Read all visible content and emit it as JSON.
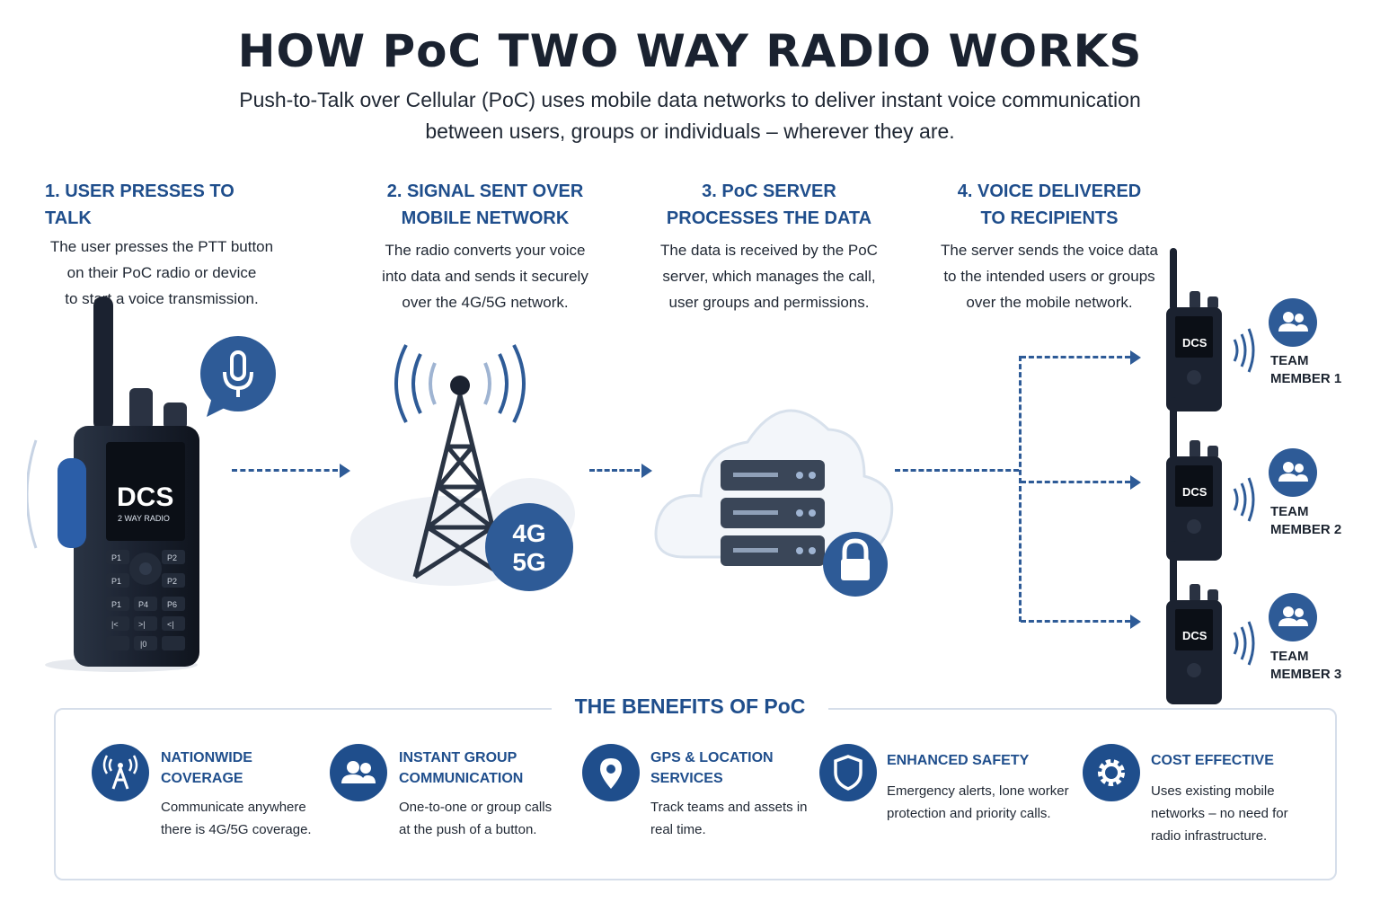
{
  "header": {
    "title": "HOW PoC TWO WAY RADIO WORKS",
    "subtitle_line1": "Push-to-Talk over Cellular (PoC) uses mobile data networks to deliver instant voice communication",
    "subtitle_line2": "between users, groups or individuals – wherever they are."
  },
  "steps": [
    {
      "title_line1": "1. USER PRESSES TO TALK",
      "title_line2": "",
      "desc": [
        "The user presses the PTT button",
        "on their PoC radio or device",
        "to start a voice transmission."
      ]
    },
    {
      "title_line1": "2. SIGNAL SENT OVER",
      "title_line2": "MOBILE NETWORK",
      "desc": [
        "The radio converts your voice",
        "into data and sends it securely",
        "over the 4G/5G network."
      ]
    },
    {
      "title_line1": "3. PoC SERVER",
      "title_line2": "PROCESSES THE DATA",
      "desc": [
        "The data is received by the PoC",
        "server, which manages the call,",
        "user groups and permissions."
      ]
    },
    {
      "title_line1": "4. VOICE DELIVERED",
      "title_line2": "TO RECIPIENTS",
      "desc": [
        "The server sends the voice data",
        "to the intended users or groups",
        "over the mobile network."
      ]
    }
  ],
  "radio": {
    "brand": "DCS",
    "model": "2 WAY RADIO",
    "keys": [
      "P1",
      "P2",
      "P1",
      "P2",
      "P1",
      "P4",
      "P6",
      "|<",
      ">|",
      "<|",
      "",
      "|0",
      ""
    ]
  },
  "network_badge": {
    "line1": "4G",
    "line2": "5G"
  },
  "members": [
    {
      "line1": "TEAM",
      "line2": "MEMBER 1"
    },
    {
      "line1": "TEAM",
      "line2": "MEMBER 2"
    },
    {
      "line1": "TEAM",
      "line2": "MEMBER 3"
    }
  ],
  "benefits_title": "THE BENEFITS OF PoC",
  "benefits": [
    {
      "icon": "tower-icon",
      "title": [
        "NATIONWIDE",
        "COVERAGE"
      ],
      "desc": [
        "Communicate anywhere",
        "there is 4G/5G coverage."
      ]
    },
    {
      "icon": "group-icon",
      "title": [
        "INSTANT GROUP",
        "COMMUNICATION"
      ],
      "desc": [
        "One-to-one or group calls",
        "at the push of a button."
      ]
    },
    {
      "icon": "location-pin-icon",
      "title": [
        "GPS & LOCATION",
        "SERVICES"
      ],
      "desc": [
        "Track teams and assets in",
        "real time."
      ]
    },
    {
      "icon": "shield-icon",
      "title": [
        "ENHANCED SAFETY"
      ],
      "desc": [
        "Emergency alerts, lone worker",
        "protection and priority calls."
      ]
    },
    {
      "icon": "gear-icon",
      "title": [
        "COST EFFECTIVE"
      ],
      "desc": [
        "Uses existing mobile",
        "networks – no need for",
        "radio infrastructure."
      ]
    }
  ],
  "colors": {
    "accent": "#1f4e8c",
    "arrow": "#2e5b97",
    "radio_body": "#1b2230",
    "text": "#1f2733"
  }
}
